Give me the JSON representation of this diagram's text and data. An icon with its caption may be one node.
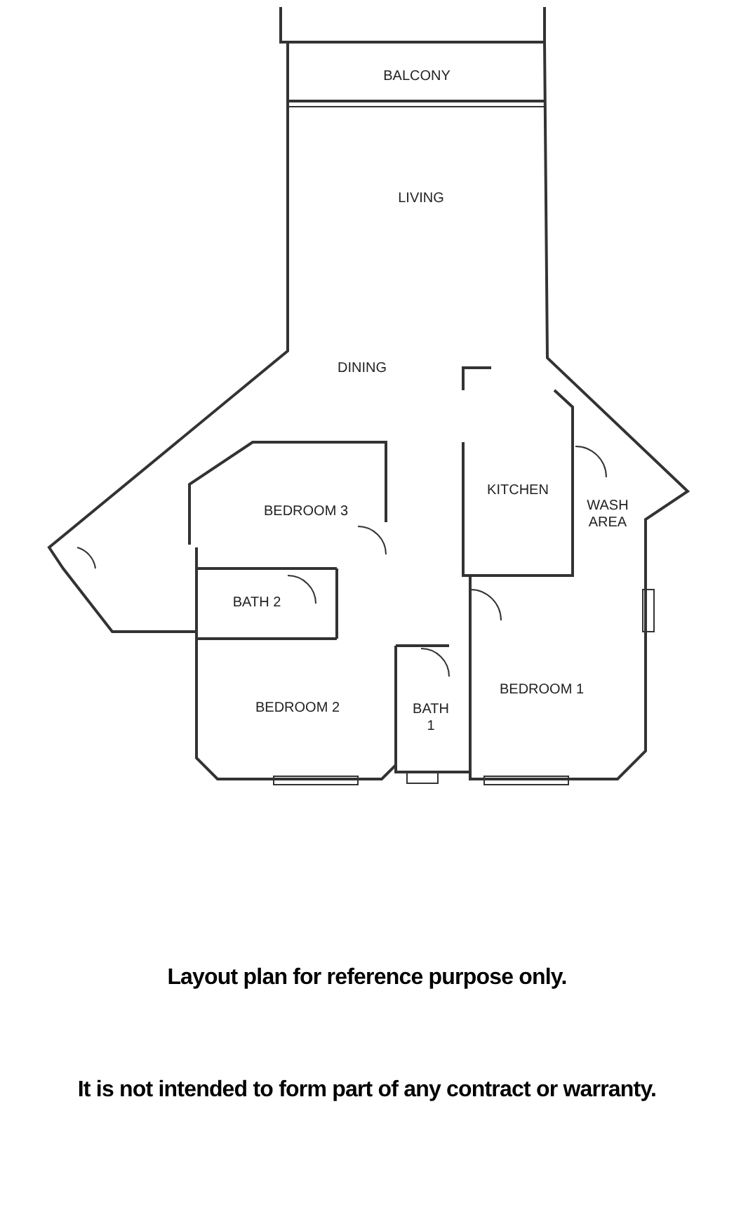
{
  "diagram": {
    "labels": [
      "BALCONY",
      "LIVING",
      "DINING",
      "BEDROOM 3",
      "KITCHEN",
      "WASH AREA",
      "BATH 2",
      "BEDROOM 2",
      "BATH 1",
      "BEDROOM 1",
      "Layout plan for reference purpose only.",
      "It is not intended to form part of any contract or warranty."
    ]
  }
}
